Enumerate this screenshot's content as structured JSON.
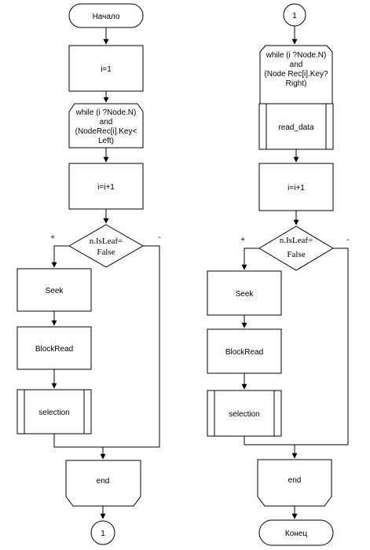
{
  "diagram": {
    "left": {
      "start": "Начало",
      "init": "i=1",
      "loop_lines": [
        "while (i ?Node.N)",
        "and",
        "(NodeRec[i].Key<",
        "Left)"
      ],
      "increment": "i=i+1",
      "decision_lines": [
        "n.IsLeaf=",
        "False"
      ],
      "yes_label": "+",
      "no_label": "-",
      "seek": "Seek",
      "blockread": "BlockRead",
      "selection": "selection",
      "end": "end",
      "connector": "1"
    },
    "right": {
      "connector": "1",
      "loop_lines": [
        "while (i ?Node.N)",
        "and",
        "(Node Rec[i].Key?",
        "Right)"
      ],
      "read_data": "read_data",
      "increment": "i=i+1",
      "decision_lines": [
        "n.IsLeaf=",
        "False"
      ],
      "yes_label": "+",
      "no_label": "-",
      "seek": "Seek",
      "blockread": "BlockRead",
      "selection": "selection",
      "end": "end",
      "finish": "Конец"
    }
  }
}
